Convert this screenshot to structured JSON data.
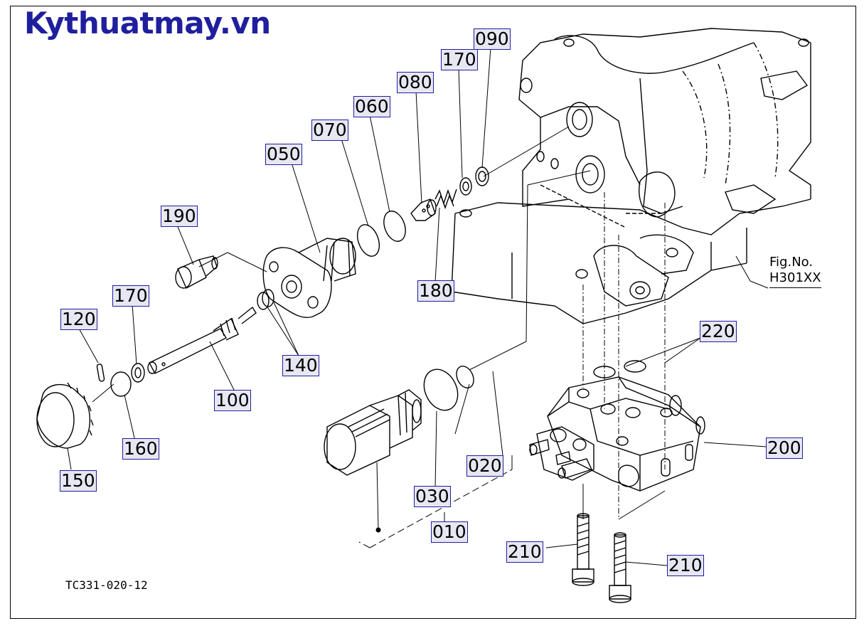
{
  "brand": "Kythuatmay.vn",
  "figure": {
    "line1": "Fig.No.",
    "line2": "H301XX"
  },
  "drawing_code": "TC331-020-12",
  "labels": {
    "p010": "010",
    "p020": "020",
    "p030": "030",
    "p050": "050",
    "p060": "060",
    "p070": "070",
    "p080": "080",
    "p090": "090",
    "p100": "100",
    "p120": "120",
    "p140": "140",
    "p150": "150",
    "p160": "160",
    "p170a": "170",
    "p170b": "170",
    "p180": "180",
    "p190": "190",
    "p200": "200",
    "p210a": "210",
    "p210b": "210",
    "p220": "220"
  }
}
